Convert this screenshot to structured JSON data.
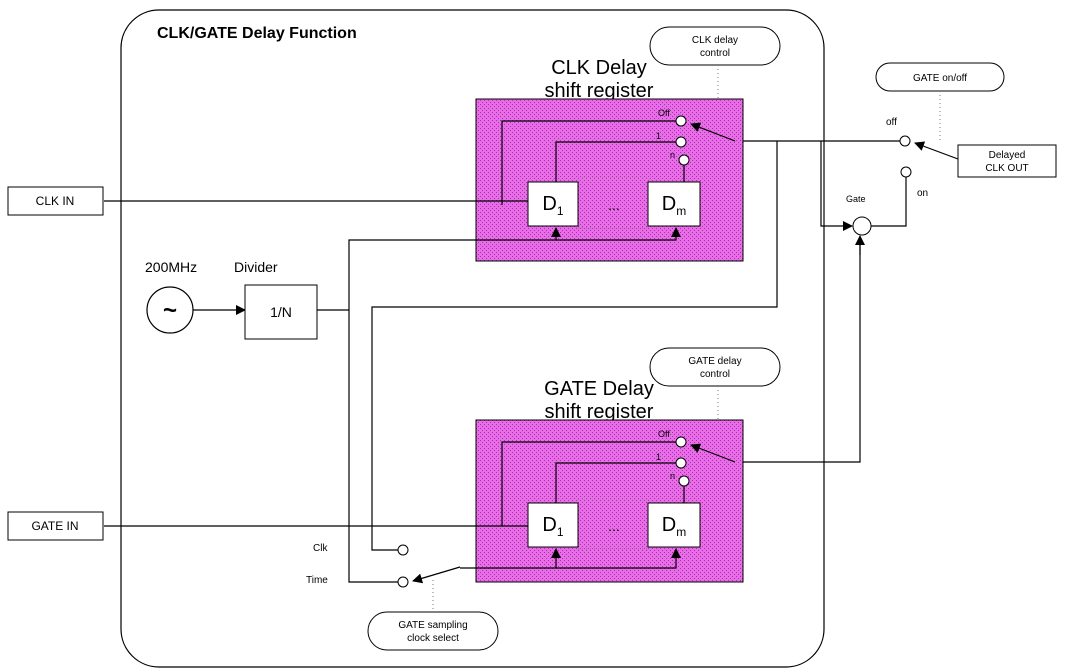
{
  "diagram": {
    "title": "CLK/GATE Delay Function",
    "inputs": {
      "clk_in": "CLK IN",
      "gate_in": "GATE IN"
    },
    "oscillator": {
      "freq": "200MHz",
      "symbol": "~"
    },
    "divider": {
      "title": "Divider",
      "label": "1/N"
    },
    "clk_register": {
      "title_line1": "CLK Delay",
      "title_line2": "shift register",
      "d1": "D",
      "d1_sub": "1",
      "dm": "D",
      "dm_sub": "m",
      "ellipsis": "...",
      "taps": [
        "Off",
        "1",
        "n"
      ]
    },
    "gate_register": {
      "title_line1": "GATE Delay",
      "title_line2": "shift register",
      "d1": "D",
      "d1_sub": "1",
      "dm": "D",
      "dm_sub": "m",
      "ellipsis": "...",
      "taps": [
        "Off",
        "1",
        "n"
      ]
    },
    "controls": {
      "clk_delay_line1": "CLK delay",
      "clk_delay_line2": "control",
      "gate_delay_line1": "GATE delay",
      "gate_delay_line2": "control",
      "gate_onoff": "GATE on/off",
      "sampling_line1": "GATE sampling",
      "sampling_line2": "clock select"
    },
    "gate_switch": {
      "off": "off",
      "on": "on",
      "gate": "Gate"
    },
    "output": {
      "line1": "Delayed",
      "line2": "CLK OUT"
    },
    "sampling_switch": {
      "clk": "Clk",
      "time": "Time"
    },
    "colors": {
      "register_fill": "#e54ce5",
      "frame": "#000000"
    }
  }
}
